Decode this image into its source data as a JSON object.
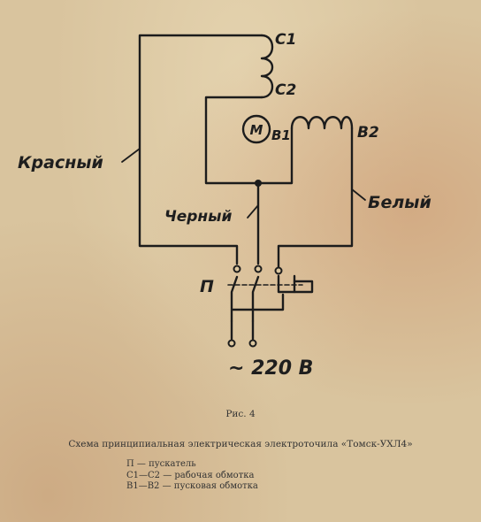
{
  "diagram": {
    "labels": {
      "c1": "C1",
      "c2": "C2",
      "motor": "M",
      "b1": "B1",
      "b2": "B2",
      "red_wire": "Красный",
      "black_wire": "Черный",
      "white_wire": "Белый",
      "starter": "П",
      "supply": "~ 220 В"
    }
  },
  "caption": {
    "figure_number": "Рис. 4",
    "title": "Схема принципиальная электрическая электроточила «Томск-УХЛ4»",
    "legend": [
      "П — пускатель",
      "С1—С2 — рабочая обмотка",
      "В1—В2 — пусковая обмотка"
    ]
  }
}
